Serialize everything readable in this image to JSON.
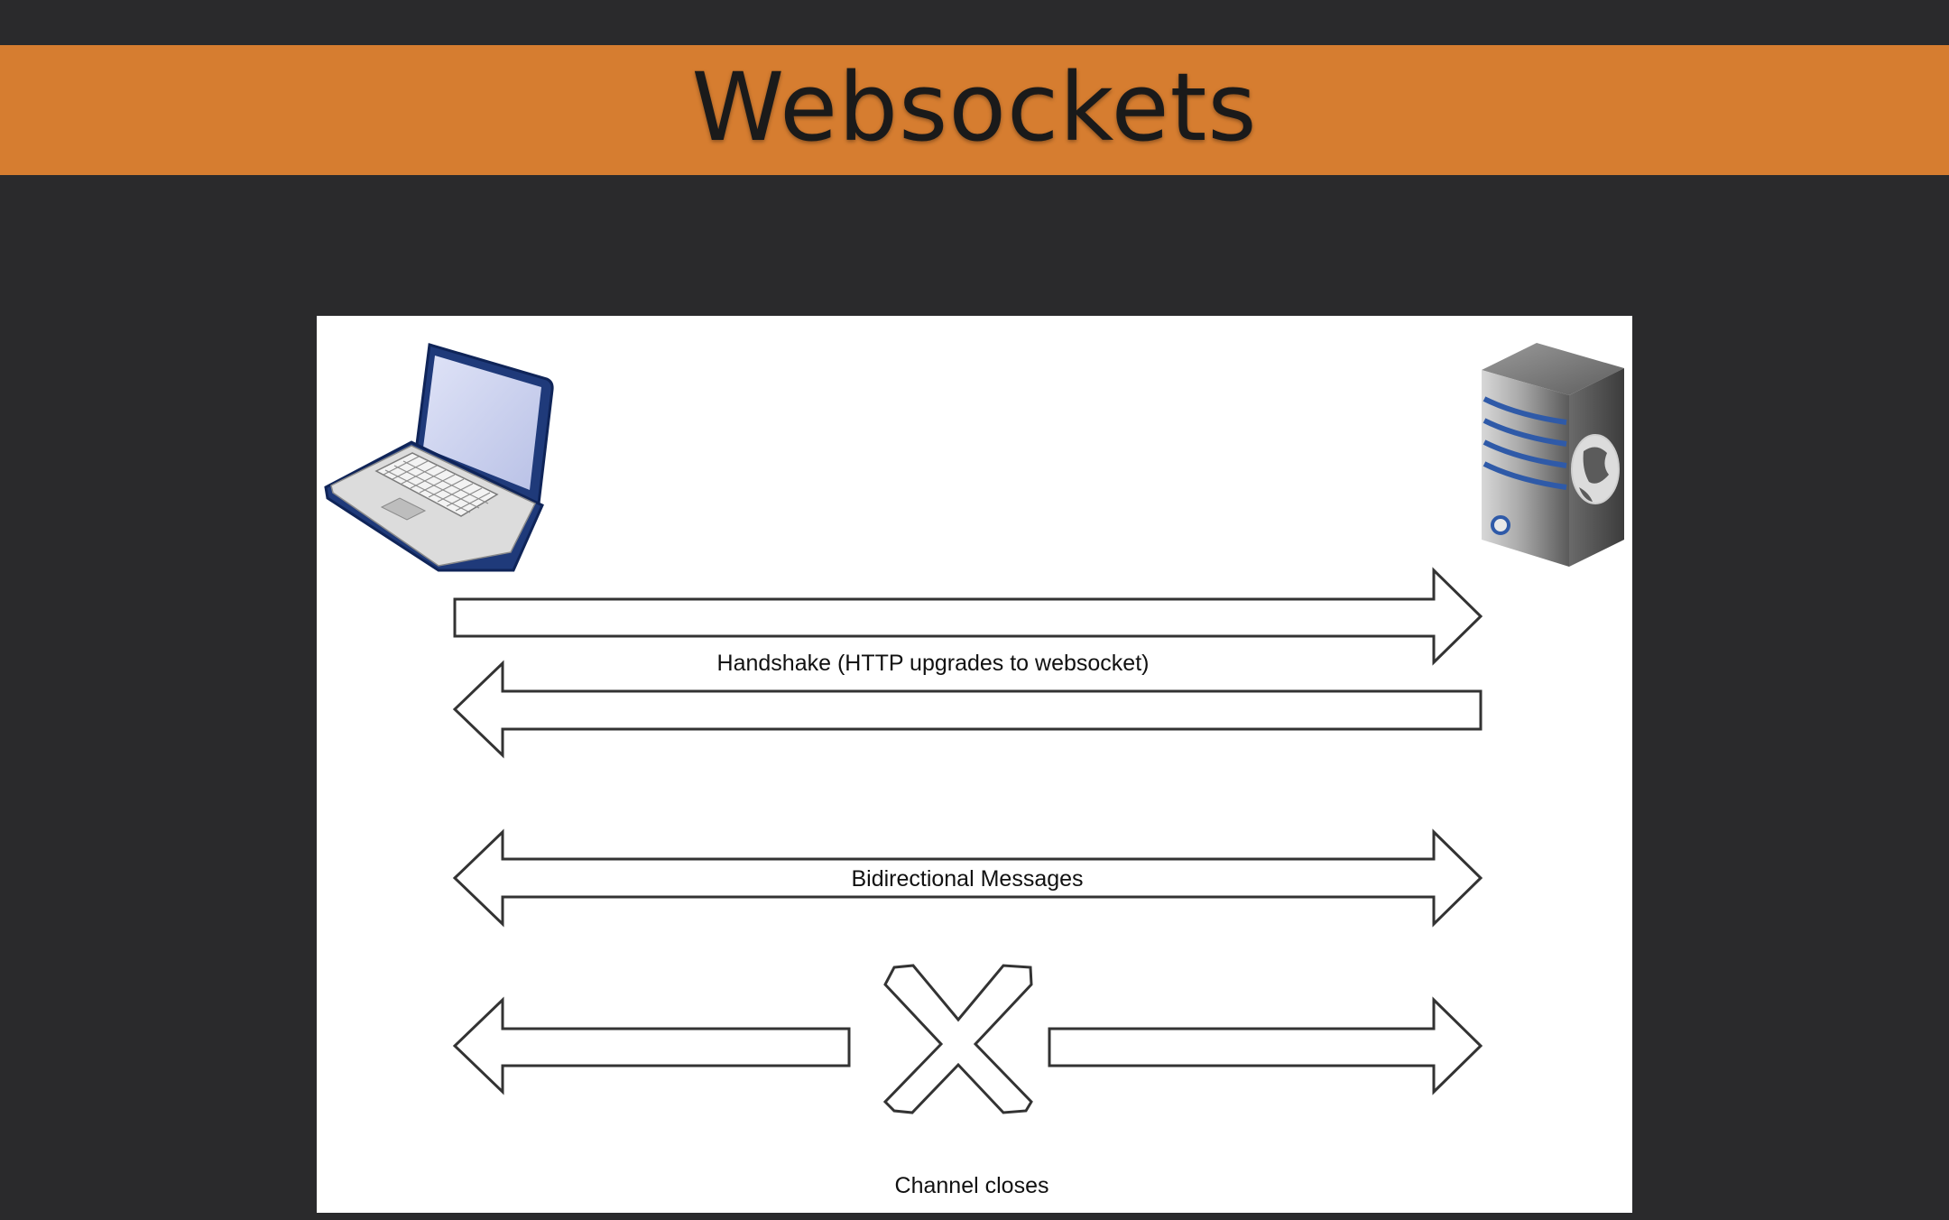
{
  "slide": {
    "title": "Websockets"
  },
  "diagram": {
    "client_icon": "laptop-icon",
    "server_icon": "web-server-icon",
    "labels": {
      "handshake": "Handshake (HTTP upgrades to websocket)",
      "bidirectional": "Bidirectional Messages",
      "channel_closes": "Channel closes"
    }
  },
  "colors": {
    "title_bar": "#d67d30",
    "background": "#2a2a2c",
    "diagram_background": "#ffffff"
  }
}
